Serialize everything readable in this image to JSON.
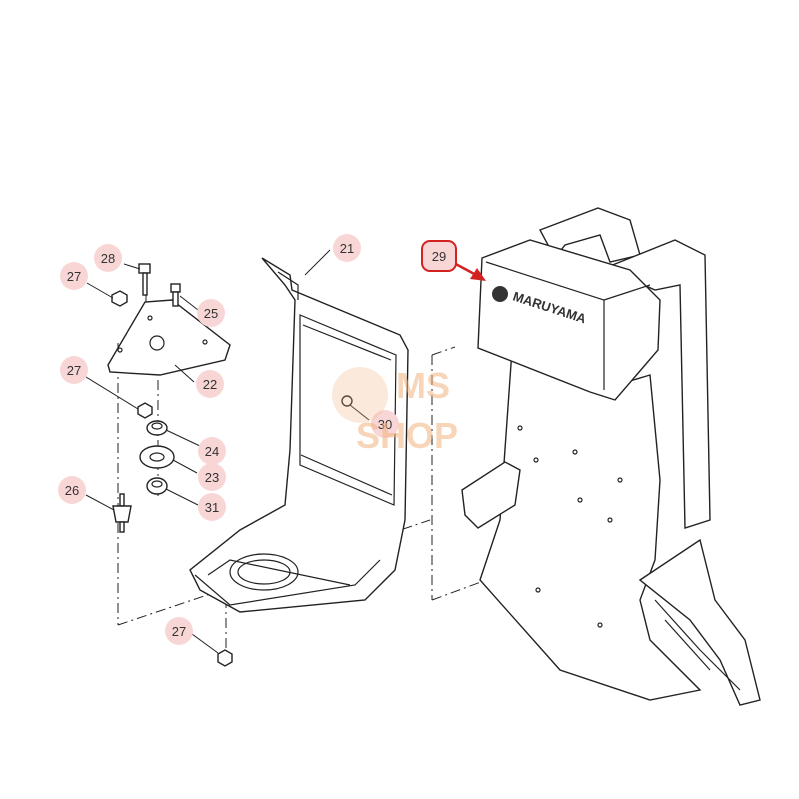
{
  "callouts": {
    "c21": "21",
    "c22": "22",
    "c23": "23",
    "c24": "24",
    "c25": "25",
    "c26": "26",
    "c27a": "27",
    "c27b": "27",
    "c27c": "27",
    "c28": "28",
    "c29": "29",
    "c30": "30",
    "c31": "31"
  },
  "highlighted_part": "29",
  "brand_label": "MARUYAMA",
  "watermark": {
    "line1": "MS",
    "line2": "SHOP"
  },
  "colors": {
    "callout_bg": "#f9d6d6",
    "highlight_ring": "#d32222",
    "highlight_arrow": "#d32222",
    "line": "#222222",
    "watermark": "#f2b380"
  }
}
